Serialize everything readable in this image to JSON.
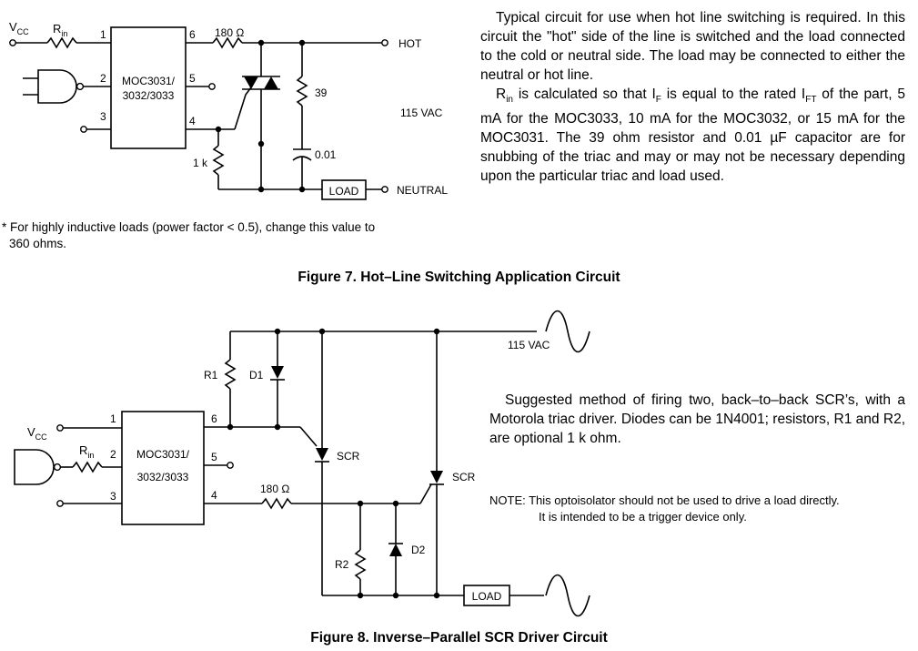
{
  "figure7": {
    "caption": "Figure 7. Hot–Line Switching Application Circuit",
    "vcc_label": "V",
    "vcc_sub": "CC",
    "rin_label": "R",
    "rin_sub": "in",
    "chip_line1": "MOC3031/",
    "chip_line2": "3032/3033",
    "pins": [
      "1",
      "2",
      "3",
      "4",
      "5",
      "6"
    ],
    "r180_label": "180 Ω",
    "hot_label": "HOT",
    "r39_label": "39",
    "vac_label": "115 VAC",
    "cap_label": "0.01",
    "r1k_label": "1 k",
    "load_label": "LOAD",
    "neutral_label": "NEUTRAL",
    "footnote_line1": "* For highly inductive loads (power factor < 0.5), change this value to",
    "footnote_line2": "360 ohms.",
    "desc_p1": "Typical circuit for use when hot line switching is required. In this circuit the \"hot\" side of the line is switched and the load connected to the cold or neutral side. The load may be connected to either the neutral or hot line.",
    "desc_p2_a": "R",
    "desc_p2_a_sub": "in",
    "desc_p2_b": " is calculated so that I",
    "desc_p2_b_sub": "F",
    "desc_p2_c": " is equal to the rated I",
    "desc_p2_c_sub": "FT",
    "desc_p2_d": " of the part, 5 mA for the MOC3033, 10 mA for the MOC3032, or 15 mA for the MOC3031. The 39 ohm resistor and 0.01 µF capacitor are for snubbing of the triac and may or may not be necessary depending upon the particular triac and load used."
  },
  "figure8": {
    "caption": "Figure 8. Inverse–Parallel SCR Driver Circuit",
    "vac_label": "115 VAC",
    "r1_label": "R1",
    "d1_label": "D1",
    "vcc_label": "V",
    "vcc_sub": "CC",
    "rin_label": "R",
    "rin_sub": "in",
    "chip_line1": "MOC3031/",
    "chip_line2": "3032/3033",
    "pins": [
      "1",
      "2",
      "3",
      "4",
      "5",
      "6"
    ],
    "r180_label": "180 Ω",
    "scr1_label": "SCR",
    "scr2_label": "SCR",
    "r2_label": "R2",
    "d2_label": "D2",
    "load_label": "LOAD",
    "desc": "Suggested method of firing two, back–to–back SCR’s, with a Motorola triac driver. Diodes can be 1N4001; resistors, R1 and R2, are optional 1 k ohm.",
    "note_line1": "NOTE: This optoisolator should not be used to drive a load directly.",
    "note_line2": "It is intended to be a trigger device only."
  }
}
